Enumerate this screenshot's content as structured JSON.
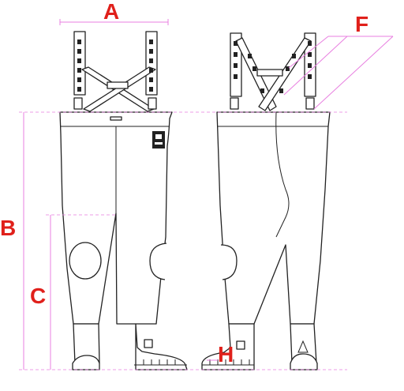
{
  "labels": {
    "A": "A",
    "B": "B",
    "C": "C",
    "F": "F",
    "H": "H"
  },
  "colors": {
    "label": "#e0201b",
    "dimension_line": "#e87fe0",
    "outline": "#222222",
    "badge": "#222222"
  },
  "icons": {
    "logo_badge": "brand-logo-icon"
  }
}
